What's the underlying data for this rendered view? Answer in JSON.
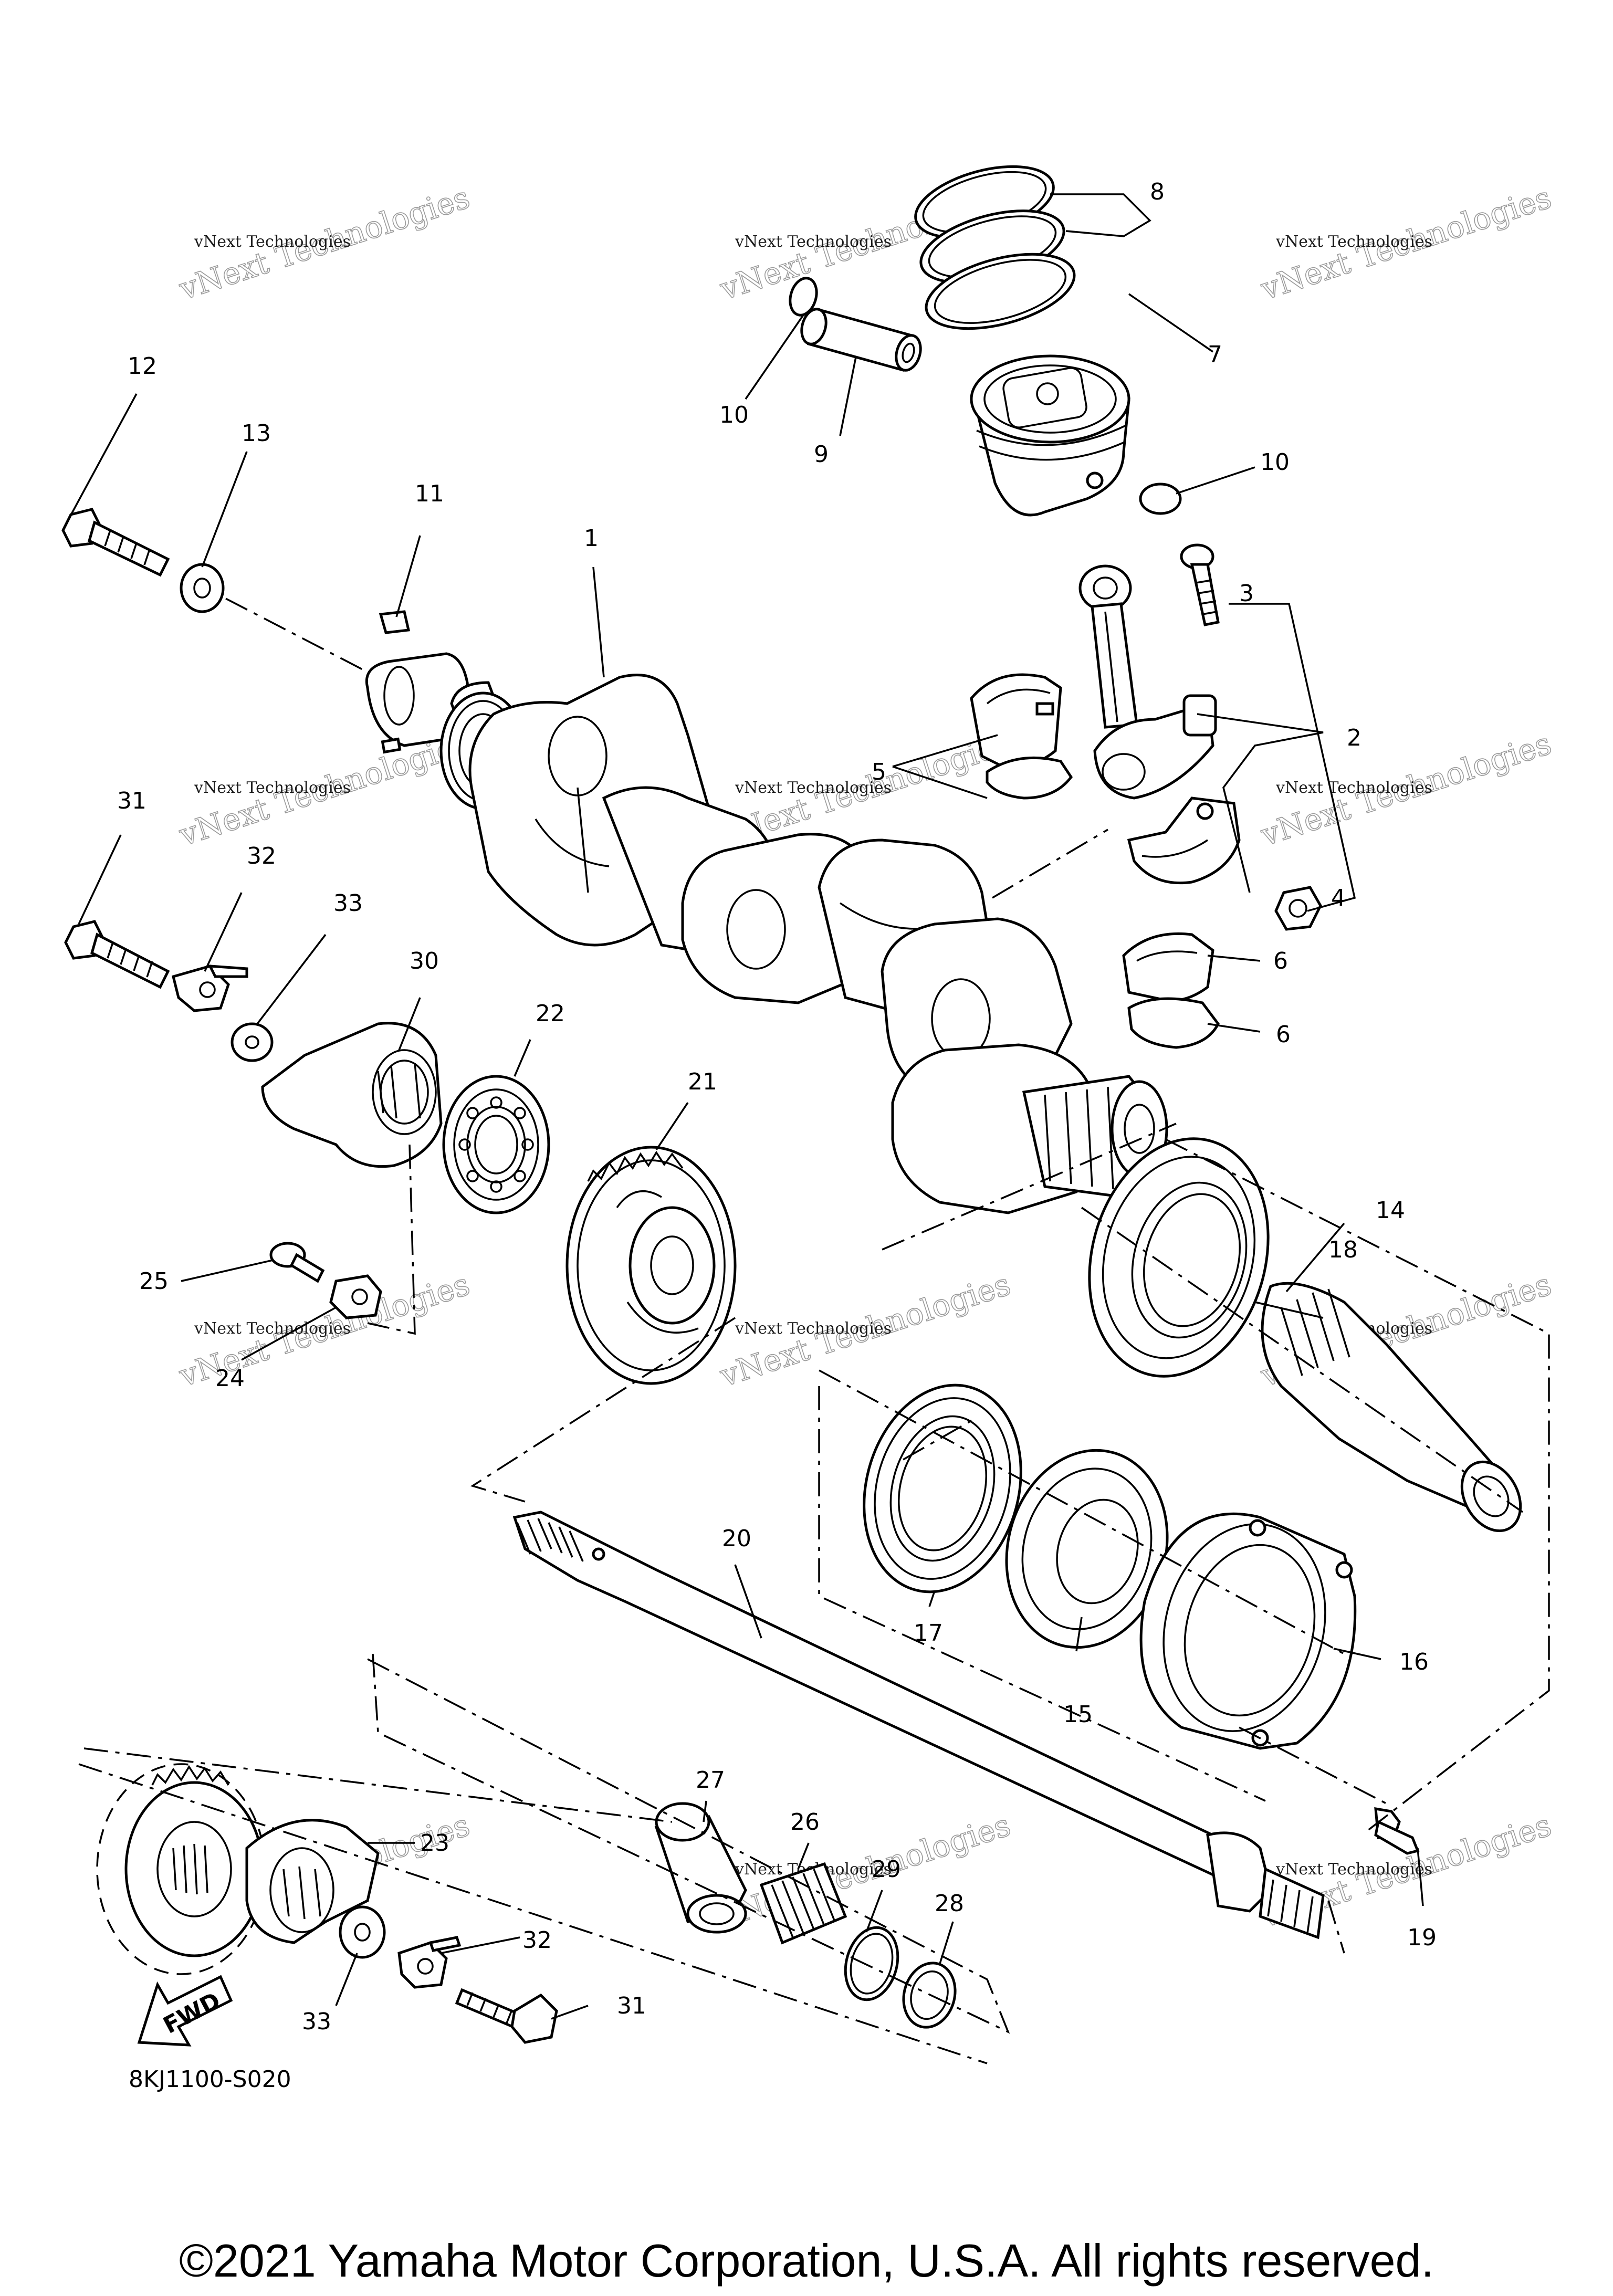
{
  "callouts": [
    {
      "id": "c1",
      "text": "1"
    },
    {
      "id": "c2",
      "text": "2"
    },
    {
      "id": "c3",
      "text": "3"
    },
    {
      "id": "c4",
      "text": "4"
    },
    {
      "id": "c5",
      "text": "5"
    },
    {
      "id": "c6a",
      "text": "6"
    },
    {
      "id": "c6b",
      "text": "6"
    },
    {
      "id": "c7",
      "text": "7"
    },
    {
      "id": "c8",
      "text": "8"
    },
    {
      "id": "c9",
      "text": "9"
    },
    {
      "id": "c10a",
      "text": "10"
    },
    {
      "id": "c10b",
      "text": "10"
    },
    {
      "id": "c11",
      "text": "11"
    },
    {
      "id": "c12",
      "text": "12"
    },
    {
      "id": "c13",
      "text": "13"
    },
    {
      "id": "c14",
      "text": "14"
    },
    {
      "id": "c15",
      "text": "15"
    },
    {
      "id": "c16",
      "text": "16"
    },
    {
      "id": "c17",
      "text": "17"
    },
    {
      "id": "c18",
      "text": "18"
    },
    {
      "id": "c19",
      "text": "19"
    },
    {
      "id": "c20",
      "text": "20"
    },
    {
      "id": "c21",
      "text": "21"
    },
    {
      "id": "c22",
      "text": "22"
    },
    {
      "id": "c23",
      "text": "23"
    },
    {
      "id": "c24",
      "text": "24"
    },
    {
      "id": "c25",
      "text": "25"
    },
    {
      "id": "c26",
      "text": "26"
    },
    {
      "id": "c27",
      "text": "27"
    },
    {
      "id": "c28",
      "text": "28"
    },
    {
      "id": "c29",
      "text": "29"
    },
    {
      "id": "c30",
      "text": "30"
    },
    {
      "id": "c31a",
      "text": "31"
    },
    {
      "id": "c31b",
      "text": "31"
    },
    {
      "id": "c32a",
      "text": "32"
    },
    {
      "id": "c32b",
      "text": "32"
    },
    {
      "id": "c33a",
      "text": "33"
    },
    {
      "id": "c33b",
      "text": "33"
    }
  ],
  "fwd_label": "FWD",
  "diagram_code": "8KJ1100-S020",
  "watermark": {
    "line1": "vNext Technologies",
    "overlay": "vNext Technologies"
  },
  "copyright": "©2021 Yamaha Motor Corporation, U.S.A. All rights reserved."
}
